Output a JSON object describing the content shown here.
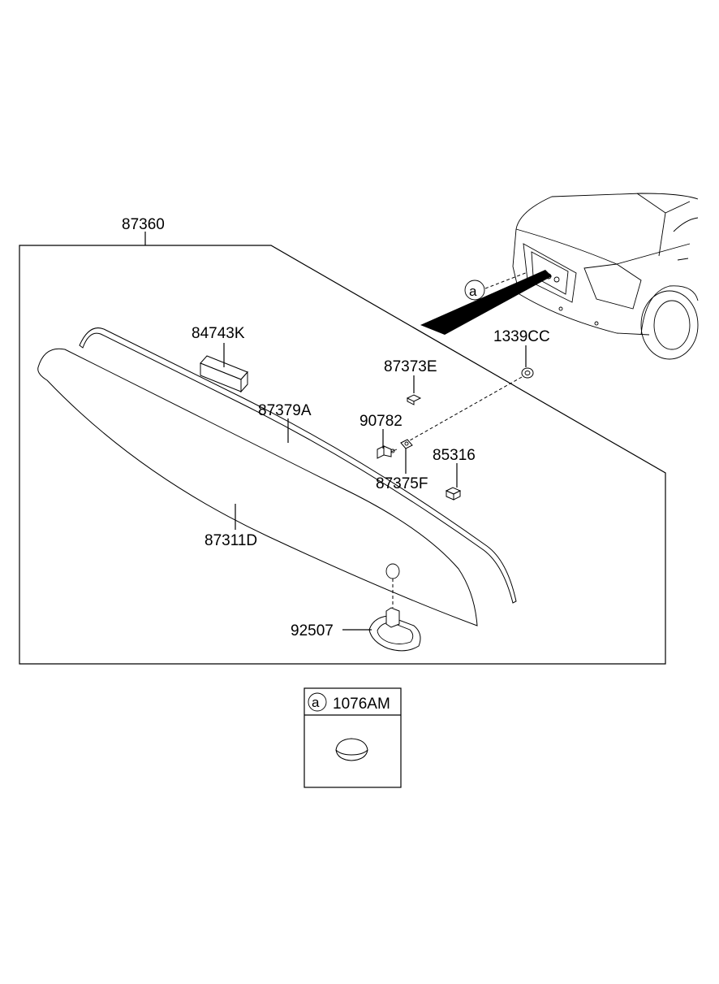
{
  "diagram": {
    "callouts": {
      "assembly": "87360",
      "emblem": "84743K",
      "moulding": "87379A",
      "garnish": "87311D",
      "clip_e": "87373E",
      "nut": "1339CC",
      "screw": "90782",
      "clip_f": "87375F",
      "fastener": "85316",
      "lamp": "92507"
    },
    "detail_marker": "a",
    "inset": {
      "marker": "a",
      "part_number": "1076AM"
    }
  }
}
